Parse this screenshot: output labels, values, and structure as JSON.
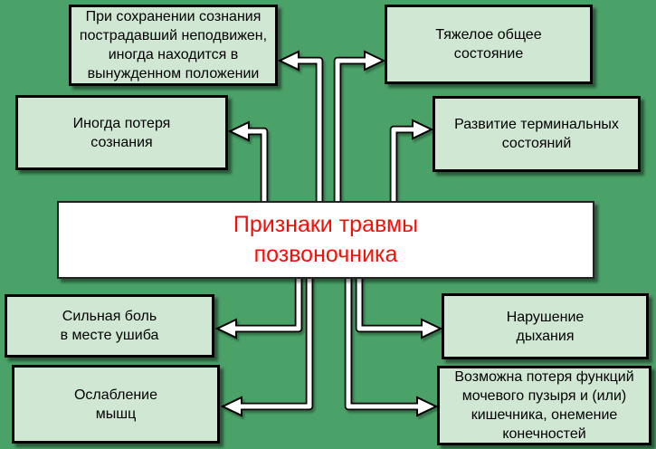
{
  "title": "Признаки травмы позвоночника",
  "colors": {
    "background": "#4aa268",
    "node_fill": "#cfe7d3",
    "node_border": "#000000",
    "center_fill": "#ffffff",
    "center_text": "#f90d06",
    "node_text": "#000000",
    "arrow_fill": "#ffffff",
    "arrow_outline": "#000000"
  },
  "center": {
    "lines": [
      "Признаки травмы",
      "позвоночника"
    ]
  },
  "nodes": {
    "top_left": {
      "lines": [
        "При сохранении сознания",
        "пострадавший неподвижен,",
        "иногда находится в",
        "вынужденном положении"
      ]
    },
    "top_right": {
      "lines": [
        "Тяжелое общее",
        "состояние"
      ]
    },
    "mid_left": {
      "lines": [
        "Иногда потеря",
        "сознания"
      ]
    },
    "mid_right": {
      "lines": [
        "Развитие терминальных",
        "состояний"
      ]
    },
    "bottom_left_upper": {
      "lines": [
        "Сильная боль",
        "в месте ушиба"
      ]
    },
    "bottom_left_lower": {
      "lines": [
        "Ослабление",
        "мышц"
      ]
    },
    "bottom_right_upper": {
      "lines": [
        "Нарушение",
        "дыхания"
      ]
    },
    "bottom_right_lower": {
      "lines": [
        "Возможна потеря функций",
        "мочевого пузыря и (или)",
        "кишечника, онемение",
        "конечностей"
      ]
    }
  }
}
